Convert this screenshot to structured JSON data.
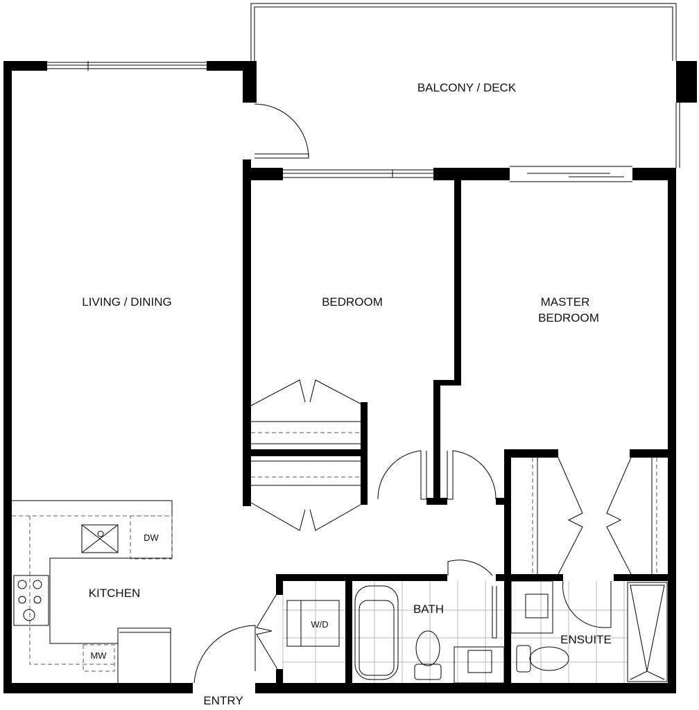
{
  "rooms": {
    "balcony": "BALCONY / DECK",
    "living": "LIVING / DINING",
    "bedroom": "BEDROOM",
    "master_line1": "MASTER",
    "master_line2": "BEDROOM",
    "kitchen": "KITCHEN",
    "bath": "BATH",
    "ensuite": "ENSUITE",
    "entry": "ENTRY"
  },
  "appliances": {
    "dishwasher": "DW",
    "microwave": "MW",
    "washer_dryer": "W/D"
  },
  "colors": {
    "wall": "#000000",
    "tile": "#bbbbbb"
  }
}
